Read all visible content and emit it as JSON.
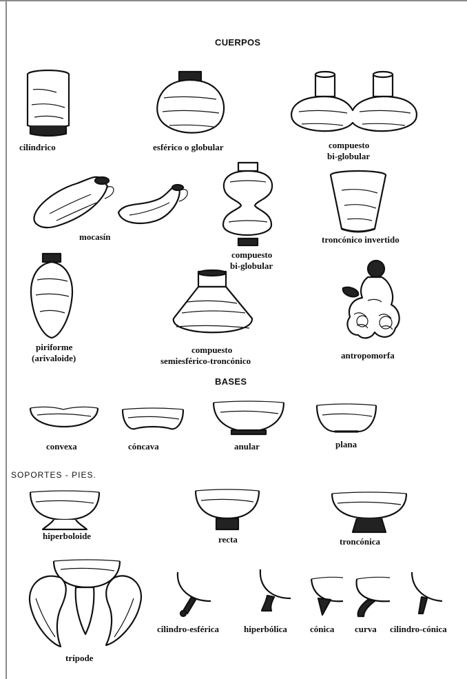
{
  "sections": {
    "cuerpos": "CUERPOS",
    "bases": "BASES",
    "soportes": "SOPORTES - PIES."
  },
  "cuerpos": {
    "cilindrico": "cilíndrico",
    "esferico": "esférico o globular",
    "compuesto_bi_globular_1": [
      "compuesto",
      "bi-globular"
    ],
    "mocasin": "mocasín",
    "compuesto_bi_globular_2": [
      "compuesto",
      "bi-globular"
    ],
    "troncónico_invertido": "troncónico invertido",
    "piriforme": [
      "piriforme",
      "(arivaloide)"
    ],
    "semiesferico": [
      "compuesto",
      "semiesférico-troncónico"
    ],
    "antropomorfa": "antropomorfa"
  },
  "bases": {
    "convexa": "convexa",
    "concava": "cóncava",
    "anular": "anular",
    "plana": "plana"
  },
  "soportes": {
    "hiperboloide": "hiperboloide",
    "recta": "recta",
    "tronconica": "troncónica",
    "tripode": "trípode",
    "cilindro_esferica": "cilindro-esférica",
    "hiperbolica": "hiperbólica",
    "conica": "cónica",
    "curva": "curva",
    "cilindro_conica": "cilindro-cónica"
  }
}
